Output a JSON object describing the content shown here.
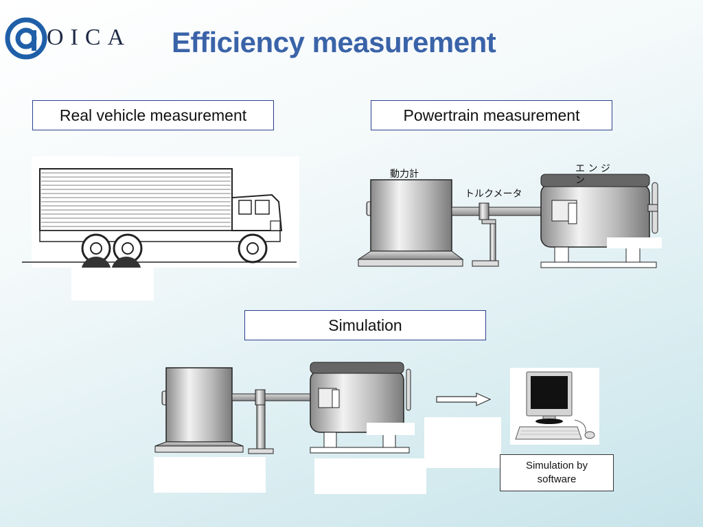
{
  "header": {
    "logo_text": "OICA",
    "title": "Efficiency measurement"
  },
  "labels": {
    "real_vehicle": "Real vehicle measurement",
    "powertrain": "Powertrain measurement",
    "simulation": "Simulation",
    "software": "Simulation by software"
  },
  "annotations": {
    "dynamometer": "動力計",
    "torque_meter": "トルクメータ",
    "engine": "エ ン ジ ン"
  },
  "colors": {
    "title": "#3a63a8",
    "box_border": "#2a3f8f"
  }
}
